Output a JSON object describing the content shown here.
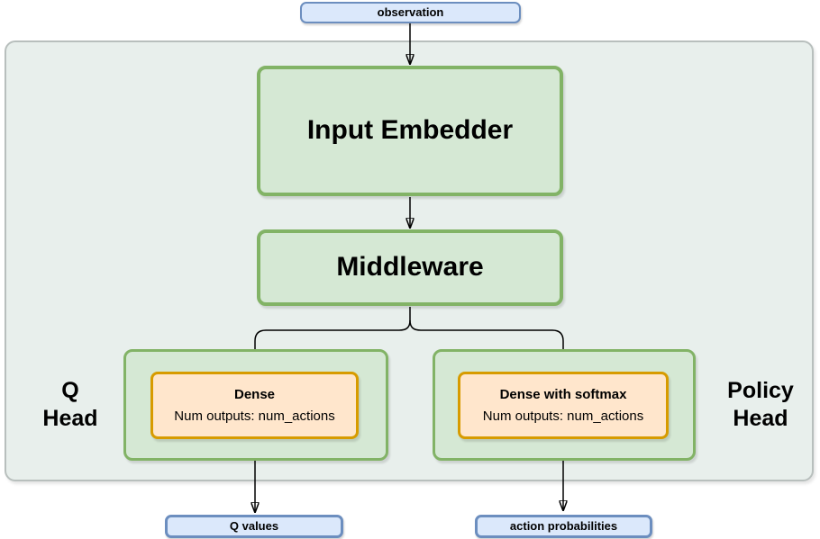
{
  "diagram": {
    "observation_label": "observation",
    "input_embedder_label": "Input Embedder",
    "middleware_label": "Middleware",
    "q_head": {
      "side_label_line1": "Q",
      "side_label_line2": "Head",
      "dense_title": "Dense",
      "dense_subtitle": "Num outputs: num_actions",
      "output_label": "Q values"
    },
    "policy_head": {
      "side_label_line1": "Policy",
      "side_label_line2": "Head",
      "dense_title": "Dense with softmax",
      "dense_subtitle": "Num outputs: num_actions",
      "output_label": "action probabilities"
    },
    "colors": {
      "container_fill": "#e8efec",
      "container_border": "#b8bfbd",
      "green_fill": "#d5e8d4",
      "green_border": "#82b366",
      "orange_fill": "#ffe6cc",
      "orange_border": "#d79b00",
      "blue_fill": "#dbe8fb",
      "blue_border": "#6c8ebf",
      "arrow": "#000000"
    }
  }
}
